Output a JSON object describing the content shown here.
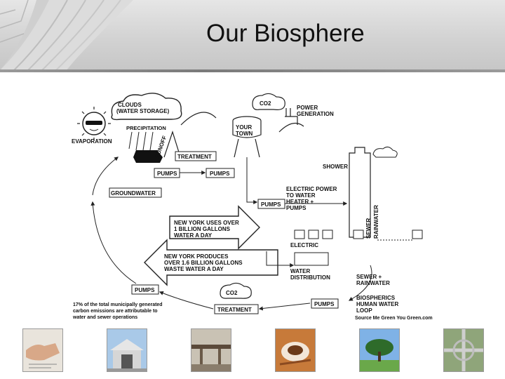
{
  "slide": {
    "title": "Our Biosphere"
  },
  "diagram": {
    "labels": {
      "clouds": "CLOUDS",
      "water_storage": "(WATER STORAGE)",
      "precipitation": "PRECIPITATION",
      "runoff": "RUNOFF",
      "evaporation": "EVAPORATION",
      "treatment_top": "TREATMENT",
      "pumps_left": "PUMPS",
      "pumps_right": "PUMPS",
      "groundwater": "GROUNDWATER",
      "co2_top": "CO2",
      "power_generation_1": "POWER",
      "power_generation_2": "GENERATION",
      "your_town_1": "YOUR",
      "your_town_2": "TOWN",
      "shower": "SHOWER",
      "electric_power_1": "ELECTRIC POWER",
      "electric_power_2": "TO WATER",
      "electric_power_3": "HEATER +",
      "electric_power_4": "PUMPS",
      "pumps_mid": "PUMPS",
      "sewer": "SEWER",
      "rainwater_vertical": "RAINWATER",
      "ny_uses_1": "NEW YORK USES OVER",
      "ny_uses_2": "1 BILLION GALLONS",
      "ny_uses_3": "WATER A DAY",
      "electric": "ELECTRIC",
      "ny_produces_1": "NEW YORK PRODUCES",
      "ny_produces_2": "OVER 1.6 BILLION GALLONS",
      "ny_produces_3": "WASTE WATER A DAY",
      "water_distribution_1": "WATER",
      "water_distribution_2": "DISTRIBUTION",
      "sewer_rainwater_1": "SEWER +",
      "sewer_rainwater_2": "RAINWATER",
      "pumps_bottom_left": "PUMPS",
      "co2_bottom": "CO2",
      "treatment_bottom": "TREATMENT",
      "pumps_bottom_right": "PUMPS",
      "biospherics_1": "BIOSPHERICS",
      "biospherics_2": "HUMAN WATER",
      "biospherics_3": "LOOP",
      "note_1": "17% of the total municipally generated",
      "note_2": "carbon emissions are attributable to",
      "note_3": "water and sewer operations"
    },
    "credit": "Source Me Green You Green.com"
  },
  "thumbnails": [
    {
      "name": "hands-writing-thumbnail"
    },
    {
      "name": "building-thumbnail"
    },
    {
      "name": "bridge-thumbnail"
    },
    {
      "name": "coffee-cup-thumbnail"
    },
    {
      "name": "tree-thumbnail"
    },
    {
      "name": "highway-interchange-thumbnail"
    }
  ]
}
